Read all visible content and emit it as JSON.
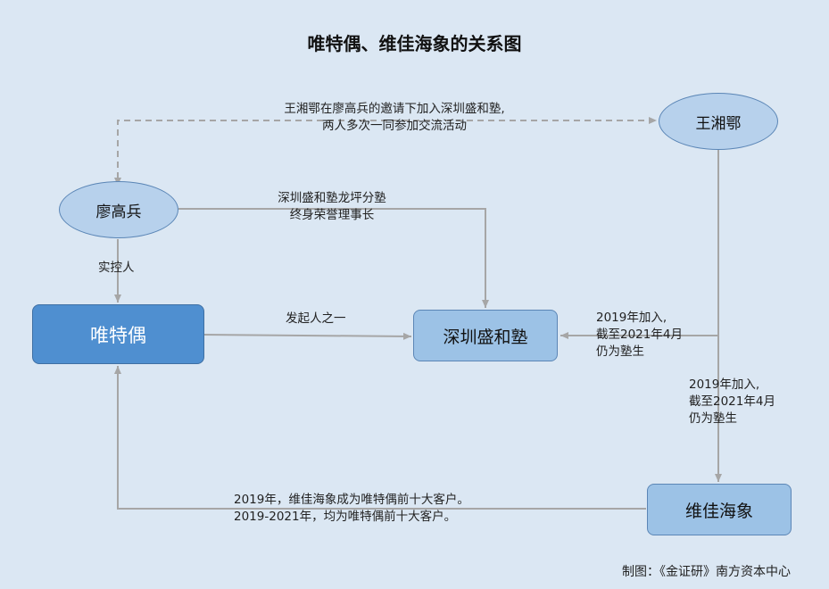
{
  "title": "唯特偶、维佳海象的关系图",
  "nodes": {
    "wang": "王湘鄂",
    "liao": "廖高兵",
    "weiteou": "唯特偶",
    "shenzhen": "深圳盛和塾",
    "weijia": "维佳海象"
  },
  "edges": {
    "wang_liao_line1": "王湘鄂在廖高兵的邀请下加入深圳盛和塾,",
    "wang_liao_line2": "两人多次一同参加交流活动",
    "liao_sz_line1": "深圳盛和塾龙坪分塾",
    "liao_sz_line2": "终身荣誉理事长",
    "liao_wto": "实控人",
    "wto_sz": "发起人之一",
    "wang_sz_line1": "2019年加入,",
    "wang_sz_line2": "截至2021年4月",
    "wang_sz_line3": "仍为塾生",
    "wang_wj_line1": "2019年加入,",
    "wang_wj_line2": "截至2021年4月",
    "wang_wj_line3": "仍为塾生",
    "wj_wto_line1": "2019年，维佳海象成为唯特偶前十大客户。",
    "wj_wto_line2": "2019-2021年，均为唯特偶前十大客户。"
  },
  "credit": "制图：《金证研》南方资本中心",
  "colors": {
    "background": "#dbe7f3",
    "node_light": "#b7d1ec",
    "node_mid": "#9cc2e6",
    "node_main": "#4f8fd0",
    "arrow": "#a6a6a6"
  }
}
